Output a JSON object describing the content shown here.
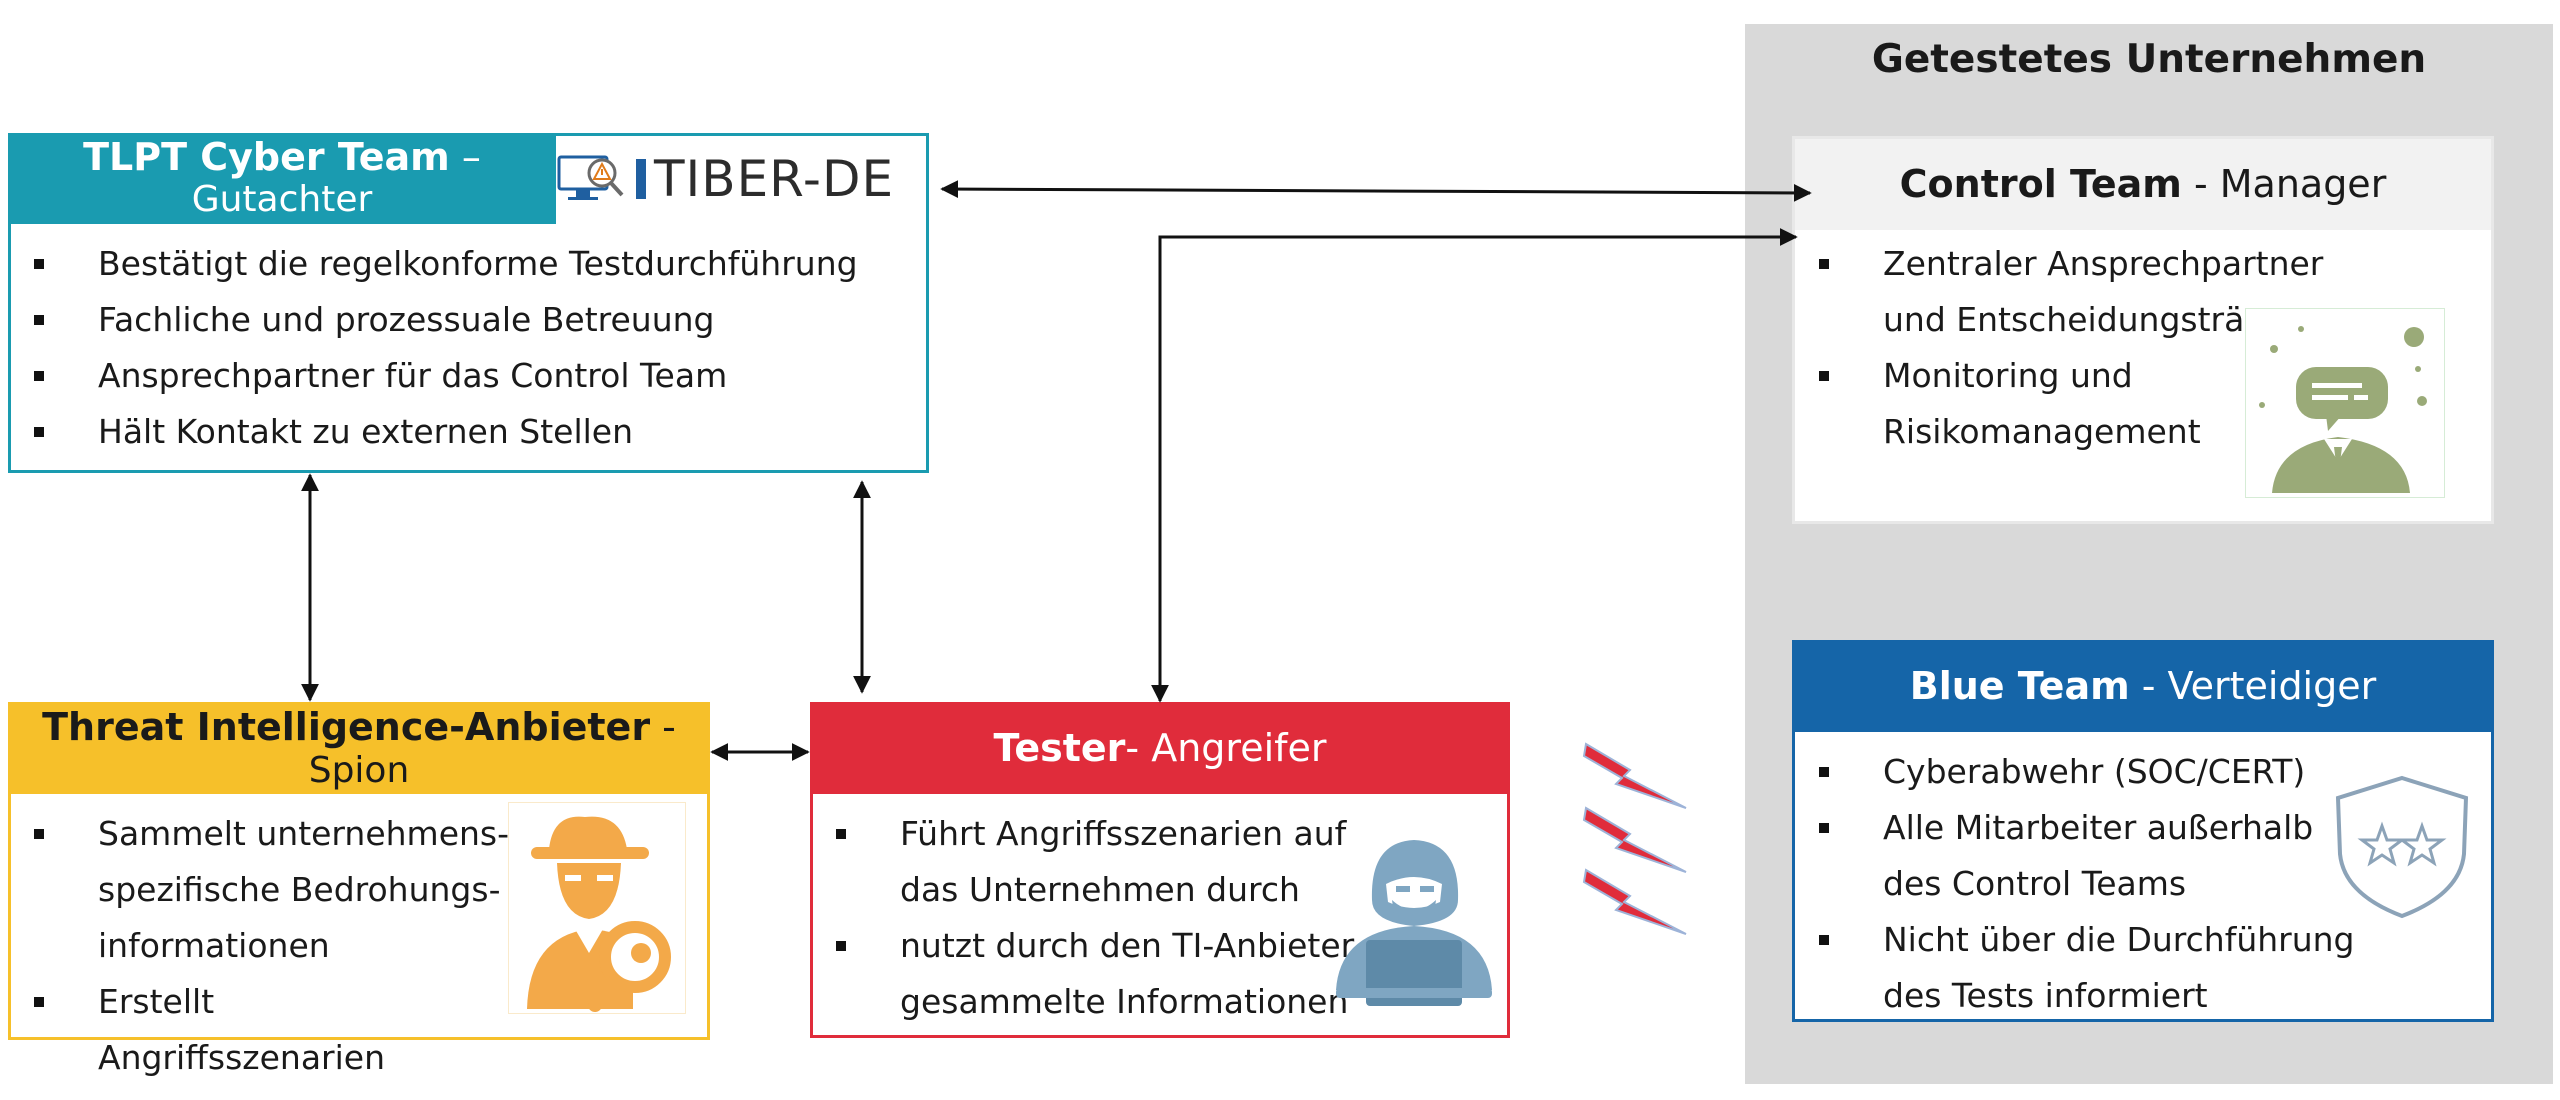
{
  "company": {
    "title": "Getestetes Unternehmen"
  },
  "tlpt": {
    "title_strong": "TLPT Cyber Team",
    "title_dash": " –",
    "subtitle": "Gutachter",
    "logo_text": "TIBER-DE",
    "items": [
      "Bestätigt die regelkonforme Testdurchführung",
      "Fachliche und prozessuale Betreuung",
      "Ansprechpartner für das Control Team",
      "Hält Kontakt zu externen Stellen"
    ]
  },
  "control": {
    "title_strong": "Control Team",
    "title_rest": " - Manager",
    "items": [
      "Zentraler Ansprechpartner und Entscheidungsträger",
      "Monitoring und Risikomanagement"
    ]
  },
  "blue": {
    "title_strong": "Blue Team",
    "title_rest": " - Verteidiger",
    "items": [
      "Cyberabwehr (SOC/CERT)",
      "Alle Mitarbeiter außerhalb des Control Teams",
      "Nicht über die Durchführung des Tests informiert"
    ]
  },
  "threat": {
    "title_strong": "Threat Intelligence-Anbieter",
    "title_dash": " -",
    "subtitle": "Spion",
    "items": [
      "Sammelt unternehmens-spezifische Bedrohungs-informationen",
      "Erstellt Angriffsszenarien"
    ]
  },
  "tester": {
    "title_strong": "Tester",
    "title_rest": "- Angreifer",
    "items": [
      "Führt Angriffsszenarien auf das Unternehmen durch",
      "nutzt durch den TI-Anbieter gesammelte Informationen"
    ]
  },
  "colors": {
    "tlpt": "#1a9bb0",
    "threat": "#f6c02a",
    "tester": "#e02c3b",
    "blue": "#1565a8",
    "company_bg": "#d9d9d9",
    "lightning": "#e02c3b"
  },
  "icons": [
    "monitor-warning-icon",
    "chat-person-icon",
    "spy-magnifier-icon",
    "hacker-laptop-icon",
    "shield-stars-icon",
    "lightning-icon"
  ]
}
